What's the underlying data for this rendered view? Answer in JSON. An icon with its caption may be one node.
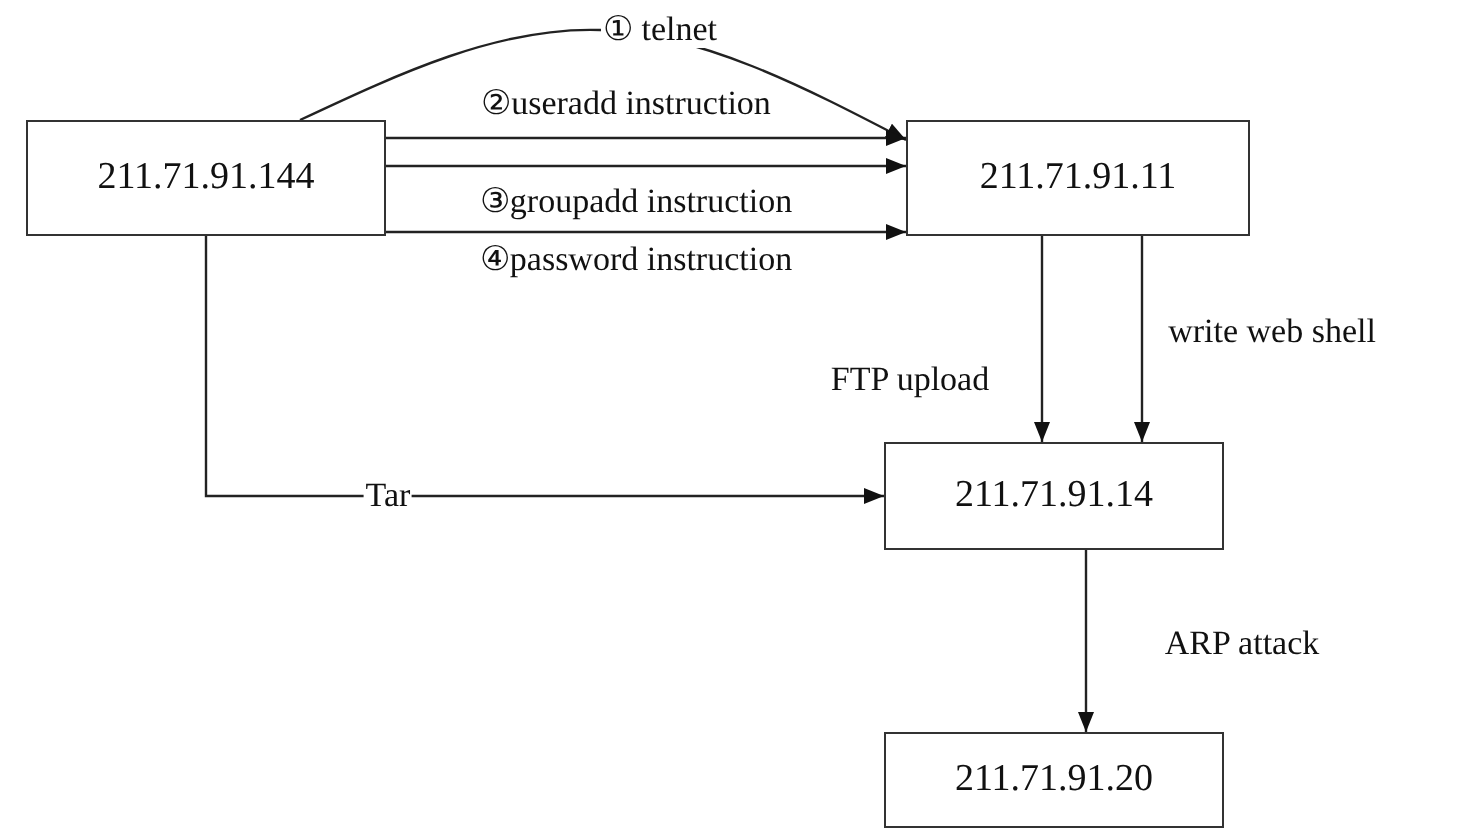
{
  "diagram": {
    "nodes": [
      {
        "text": [
          "211.71.91.144"
        ]
      },
      {
        "text": [
          "211.71.91.11"
        ]
      },
      {
        "text": [
          "211.71.91.14"
        ]
      },
      {
        "text": [
          "211.71.91.20"
        ]
      }
    ],
    "edges": [
      {
        "from": 0,
        "to": 1,
        "arrow": "to",
        "label": "① telnet"
      },
      {
        "from": 0,
        "to": 1,
        "arrow": "to",
        "label": "②useradd instruction"
      },
      {
        "from": 0,
        "to": 1,
        "arrow": "to",
        "label": "③groupadd instruction"
      },
      {
        "from": 0,
        "to": 1,
        "arrow": "to",
        "label": "④password instruction"
      },
      {
        "from": 1,
        "to": 2,
        "arrow": "to",
        "label": "FTP upload"
      },
      {
        "from": 1,
        "to": 2,
        "arrow": "to",
        "label": "write web shell"
      },
      {
        "from": 0,
        "to": 2,
        "arrow": "to",
        "label": "Tar"
      },
      {
        "from": 2,
        "to": 3,
        "arrow": "to",
        "label": "ARP attack"
      }
    ]
  }
}
